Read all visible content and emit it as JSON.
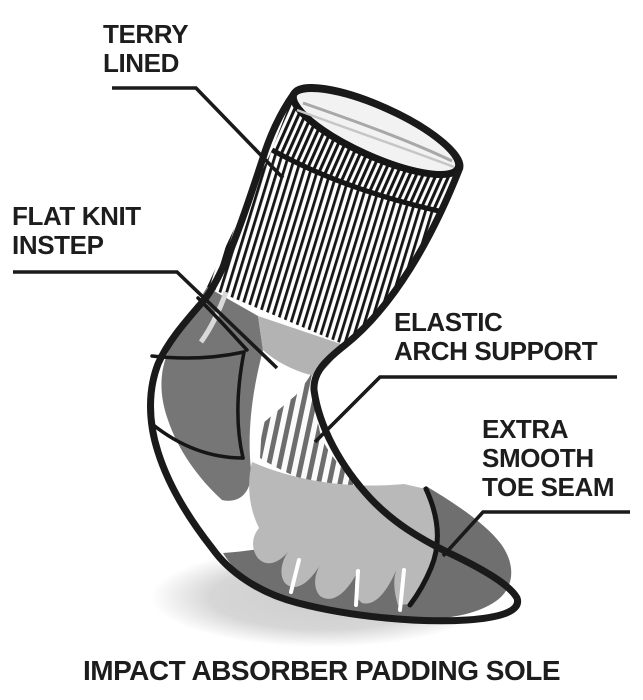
{
  "diagram": {
    "subject": "sock-features-diagram",
    "labels": {
      "terry_lined": "TERRY\nLINED",
      "flat_knit_instep": "FLAT KNIT\nINSTEP",
      "elastic_arch_support": "ELASTIC\nARCH SUPPORT",
      "extra_smooth_toe_seam": "EXTRA\nSMOOTH\nTOE SEAM",
      "impact_absorber_padding_sole": "IMPACT ABSORBER PADDING SOLE"
    },
    "colors": {
      "ink": "#1a1a1a",
      "heel_dark": "#767676",
      "sole_dark": "#6f6f6f",
      "foot_light": "#b9b9b9",
      "gusset_light": "#b3b3b3",
      "stripe_gray": "#6d6d6d",
      "cuff_inner": "#f2f2f2",
      "shadow": "#d6d6d6",
      "background": "#ffffff"
    }
  }
}
